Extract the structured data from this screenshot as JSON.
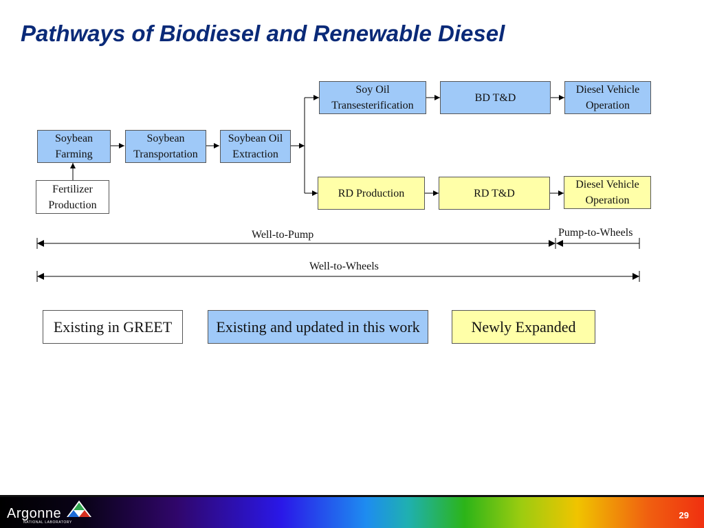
{
  "slide": {
    "title": "Pathways of Biodiesel and Renewable Diesel",
    "page_number": "29"
  },
  "diagram": {
    "nodes": {
      "soybean_farming": "Soybean\nFarming",
      "soybean_transportation": "Soybean\nTransportation",
      "soybean_oil_extraction": "Soybean Oil\nExtraction",
      "fertilizer_production": "Fertilizer\nProduction",
      "soy_oil_transesterification": "Soy Oil\nTransesterification",
      "bd_td": "BD T&D",
      "diesel_vehicle_operation_bd": "Diesel Vehicle\nOperation",
      "rd_production": "RD Production",
      "rd_td": "RD T&D",
      "diesel_vehicle_operation_rd": "Diesel Vehicle\nOperation"
    },
    "spans": {
      "well_to_pump": "Well-to-Pump",
      "pump_to_wheels": "Pump-to-Wheels",
      "well_to_wheels": "Well-to-Wheels"
    },
    "legend": {
      "existing_in_greet": "Existing in GREET",
      "existing_updated": "Existing and updated in this work",
      "newly_expanded": "Newly Expanded"
    },
    "colors": {
      "existing_in_greet": "#ffffff",
      "existing_updated": "#9fc9f8",
      "newly_expanded": "#ffffa8",
      "title": "#0a2a78"
    }
  },
  "branding": {
    "logo_text": "Argonne",
    "logo_subtext": "NATIONAL LABORATORY"
  }
}
